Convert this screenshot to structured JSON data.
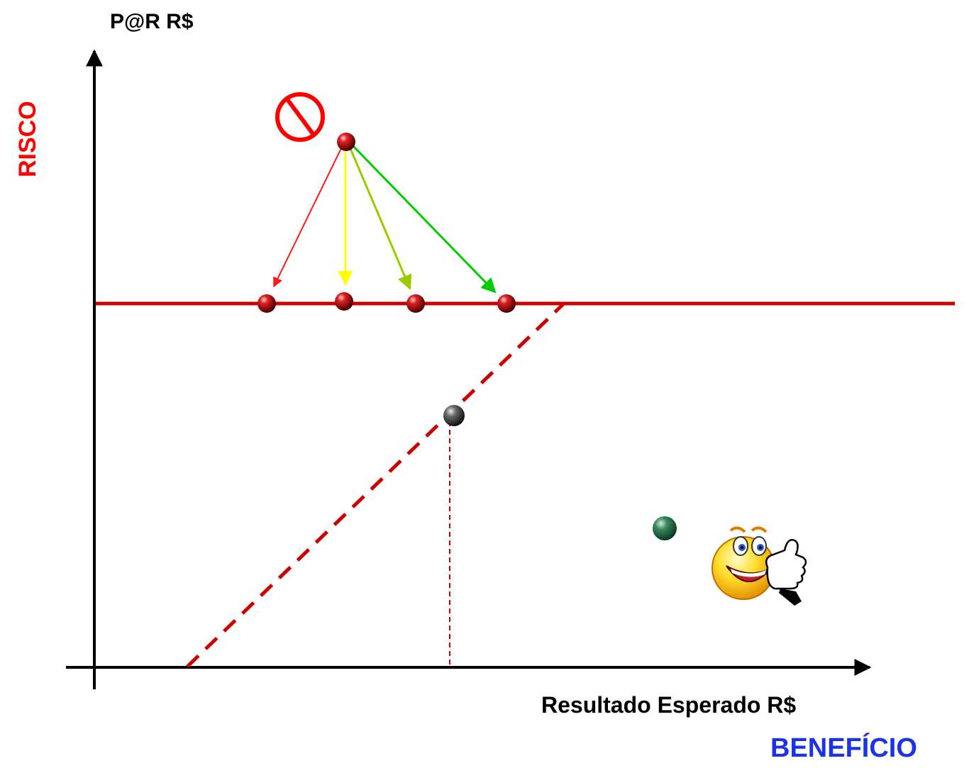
{
  "labels": {
    "y_axis_title": "P@R R$",
    "y_axis_side": "RISCO",
    "x_axis_title": "Resultado Esperado R$",
    "x_axis_side": "BENEFÍCIO"
  },
  "colors": {
    "axis": "#000000",
    "limit_line": "#cc0000",
    "risk_label": "#ff0000",
    "benefit_label": "#1a33e6",
    "arrow_red": "#ff1a1a",
    "arrow_yellow": "#ffff00",
    "arrow_yellowgreen": "#99cc00",
    "arrow_green": "#00cc00",
    "ball_red": "#cc0000",
    "ball_gray": "#555555",
    "ball_green": "#2e7d4f",
    "prohibited_sign": "#ff0000",
    "smiley": "#ffd21a"
  },
  "icons": [
    "prohibited-icon",
    "thumbs-up-smiley-icon"
  ]
}
